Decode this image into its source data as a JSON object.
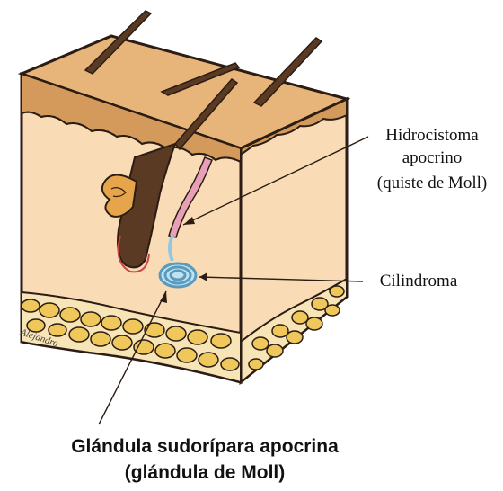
{
  "colors": {
    "skin_side": "#f9dcb6",
    "skin_top": "#e7b57a",
    "epidermis_band": "#d49a5b",
    "fat_lobule": "#f0c75a",
    "fat_bg": "#f7e4b7",
    "hair": "#5a3a22",
    "apocrine_duct": "#e8a0b8",
    "sebaceous": "#e7a54b",
    "gland_coil": "#8ecae6",
    "outline": "#2b1d14"
  },
  "labels": {
    "hidrocistoma_line1": "Hidrocistoma",
    "hidrocistoma_line2": "apocrino",
    "hidrocistoma_line3": "(quiste de Moll)",
    "cilindroma": "Cilindroma",
    "glandula_line1": "Glándula sudorípara apocrina",
    "glandula_line2": "(glándula de Moll)"
  }
}
